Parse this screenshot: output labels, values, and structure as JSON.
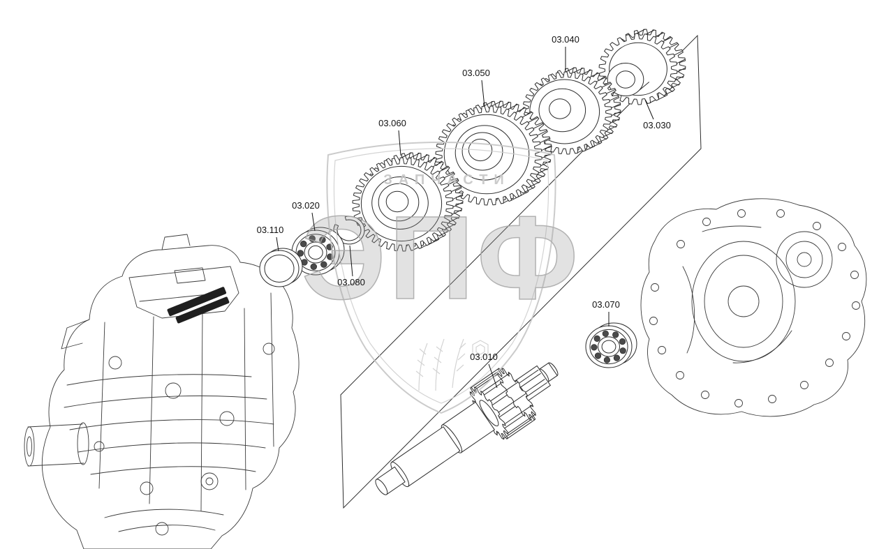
{
  "page": {
    "background": "#ffffff",
    "line_color": "#2b2b2b",
    "watermark_color": "#c6c6c6"
  },
  "diagram": {
    "parts": [
      {
        "label": "03.040"
      },
      {
        "label": "03.050"
      },
      {
        "label": "03.060"
      },
      {
        "label": "03.030"
      },
      {
        "label": "03.020"
      },
      {
        "label": "03.110"
      },
      {
        "label": "03.080"
      },
      {
        "label": "03.070"
      },
      {
        "label": "03.010"
      }
    ],
    "watermark": {
      "letters": "ЭПФ",
      "banner": "ЗАПЧАСТИ"
    }
  }
}
